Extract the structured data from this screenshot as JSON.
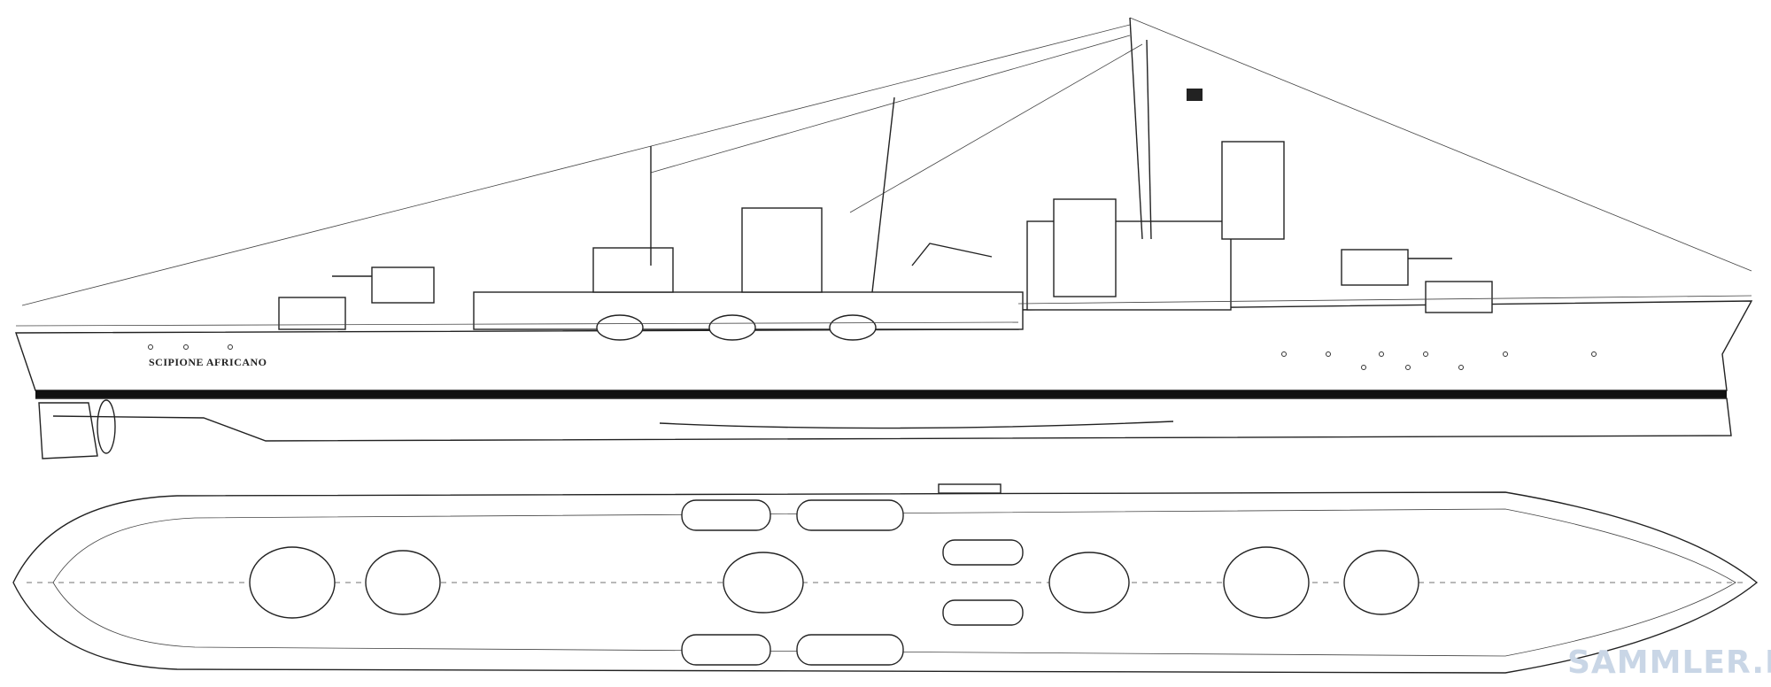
{
  "drawing": {
    "ship_name": "SCIPIONE AFRICANO",
    "watermark": "SAMMLER.RU",
    "views": [
      "profile",
      "plan"
    ]
  }
}
